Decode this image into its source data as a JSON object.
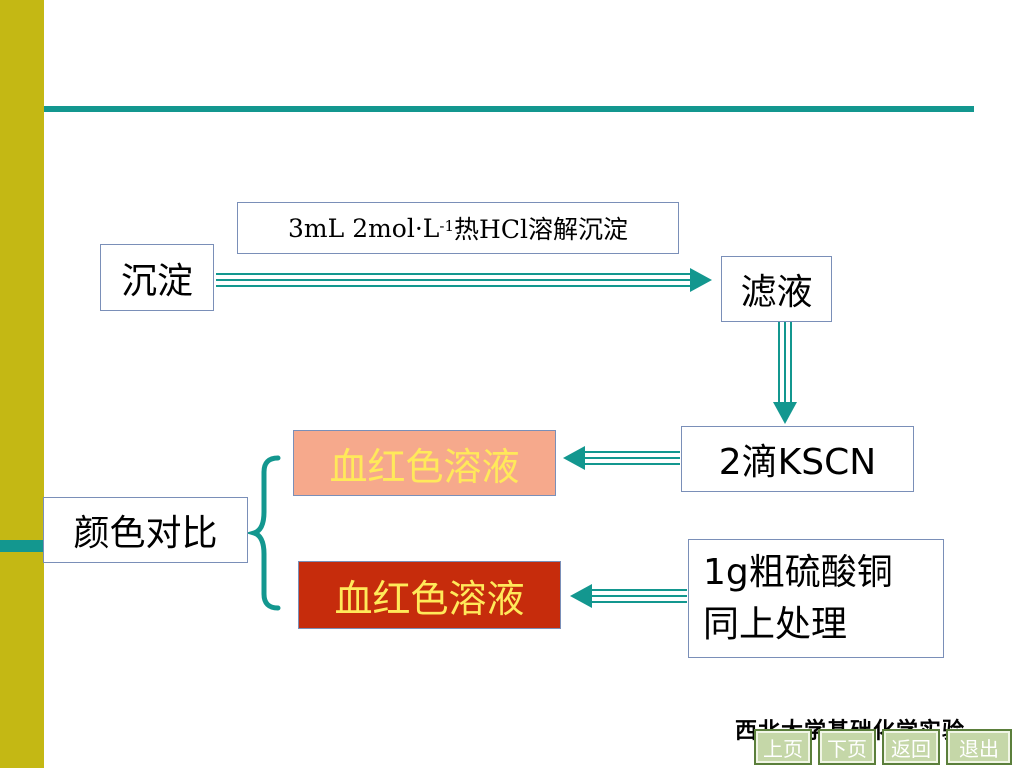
{
  "slide": {
    "nodes": {
      "precipitate": "沉淀",
      "reagent_note": {
        "prefix": "3mL 2mol·L",
        "superscript": "-1",
        "suffix": "热HCl溶解沉淀"
      },
      "filtrate": "滤液",
      "kscn": "2滴KSCN",
      "result_light": "血红色溶液",
      "result_dark": "血红色溶液",
      "compare": "颜色对比",
      "copper_line1": "1g粗硫酸铜",
      "copper_line2": "同上处理"
    },
    "footer": "西北大学基础化学实验",
    "nav": {
      "prev": "上页",
      "next": "下页",
      "back": "返回",
      "exit": "退出"
    },
    "colors": {
      "sidebar": "#c4b814",
      "accent_teal": "#13978f",
      "result_light_bg": "#f6a98c",
      "result_dark_bg": "#c62c0c",
      "result_text": "#ffe95a"
    }
  }
}
